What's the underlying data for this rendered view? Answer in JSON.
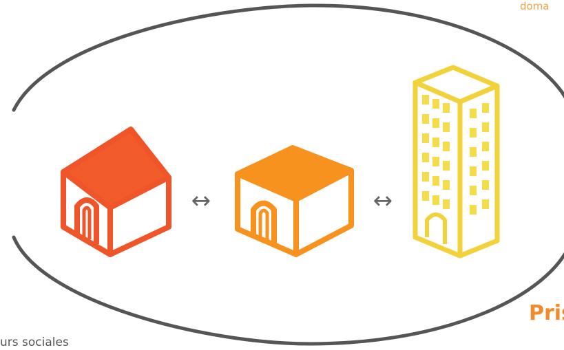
{
  "texts": {
    "top_right": "doma",
    "bottom_left": "urs sociales",
    "bottom_right_heading": "Pris"
  },
  "arrows": {
    "left_to_middle": "↔",
    "middle_to_right": "↔"
  },
  "colors": {
    "ellipse": "#555555",
    "house": "#f0552a",
    "house_roof": "#f25c2a",
    "cube": "#f8921f",
    "tower": "#f2d23a",
    "tower_windows": "#f5dc4a",
    "arrow": "#666666"
  },
  "icons": [
    "house-icon",
    "cube-building-icon",
    "tower-building-icon"
  ]
}
